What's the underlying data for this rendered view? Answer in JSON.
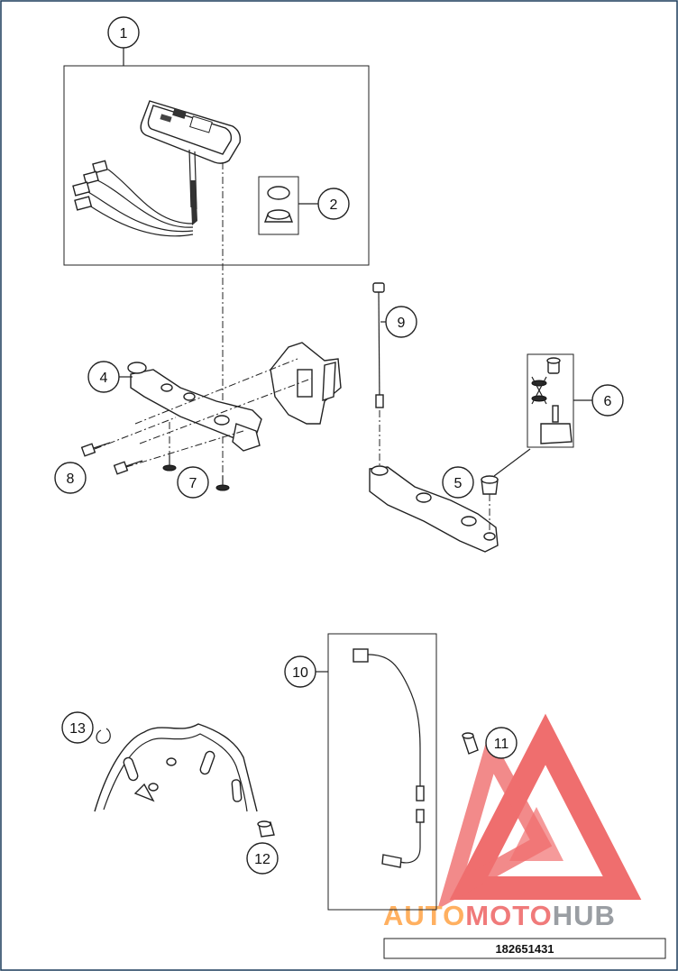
{
  "diagram": {
    "drawing_number": "182651431",
    "watermark": {
      "part1": "AUTO",
      "part2": "MOTO",
      "part3": "HUB"
    },
    "callouts": [
      "1",
      "2",
      "4",
      "5",
      "6",
      "7",
      "8",
      "9",
      "10",
      "11",
      "12",
      "13"
    ]
  },
  "colors": {
    "frame": "#1a3a5a",
    "watermark_red": "#e53935",
    "watermark_orange": "#ff9f40",
    "watermark_grey": "#8a8f94",
    "line": "#222222"
  }
}
